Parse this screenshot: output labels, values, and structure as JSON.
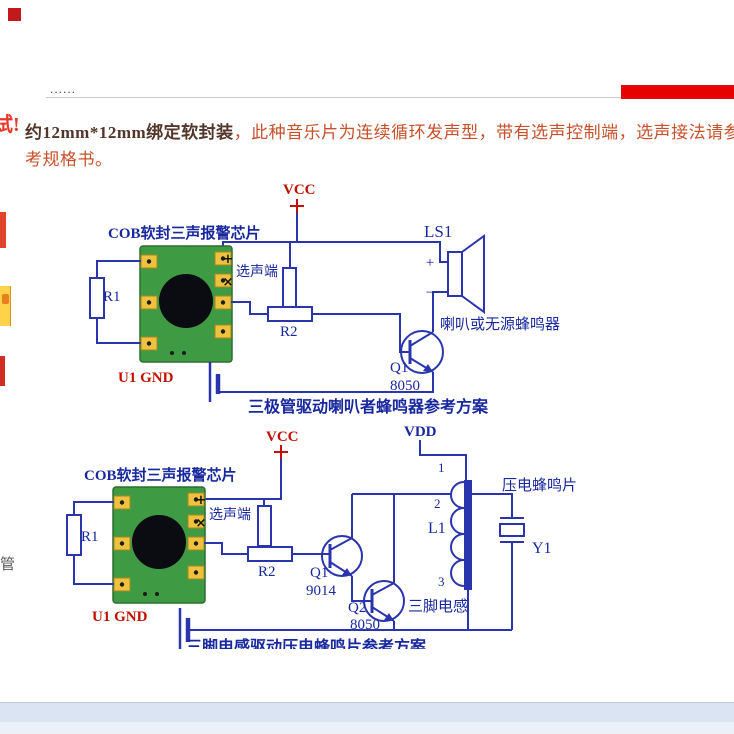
{
  "header": {
    "dots": "......"
  },
  "sidebar": {
    "promo": "试!",
    "char": "管"
  },
  "desc": {
    "em": "约12mm*12mm绑定软封装",
    "rest": "，此种音乐片为连续循环发声型，带有选声控制端，选声接法请参",
    "line2": "考规格书。"
  },
  "c1": {
    "vcc": "VCC",
    "title": "COB软封三声报警芯片",
    "select": "选声端",
    "r1": "R1",
    "r2": "R2",
    "ls1": "LS1",
    "plus_mark": "+",
    "x_mark": "×",
    "spk_plus": "+",
    "spk_minus": "−",
    "spk_note": "喇叭或无源蜂鸣器",
    "q1": "Q1",
    "q1_model": "8050",
    "gnd": "U1 GND",
    "caption": "三极管驱动喇叭者蜂鸣器参考方案"
  },
  "c2": {
    "vcc": "VCC",
    "vdd": "VDD",
    "title": "COB软封三声报警芯片",
    "select": "选声端",
    "r1": "R1",
    "r2": "R2",
    "plus_mark": "+",
    "x_mark": "×",
    "q1": "Q1",
    "q1_model": "9014",
    "q2": "Q2",
    "q2_model": "8050",
    "l1": "L1",
    "pin1": "1",
    "pin2": "2",
    "pin3": "3",
    "ind_note": "三脚电感",
    "y1": "Y1",
    "piezo_note": "压电蜂鸣片",
    "gnd": "U1 GND",
    "caption": "三脚电感驱动压电蜂鸣片参考方案"
  }
}
